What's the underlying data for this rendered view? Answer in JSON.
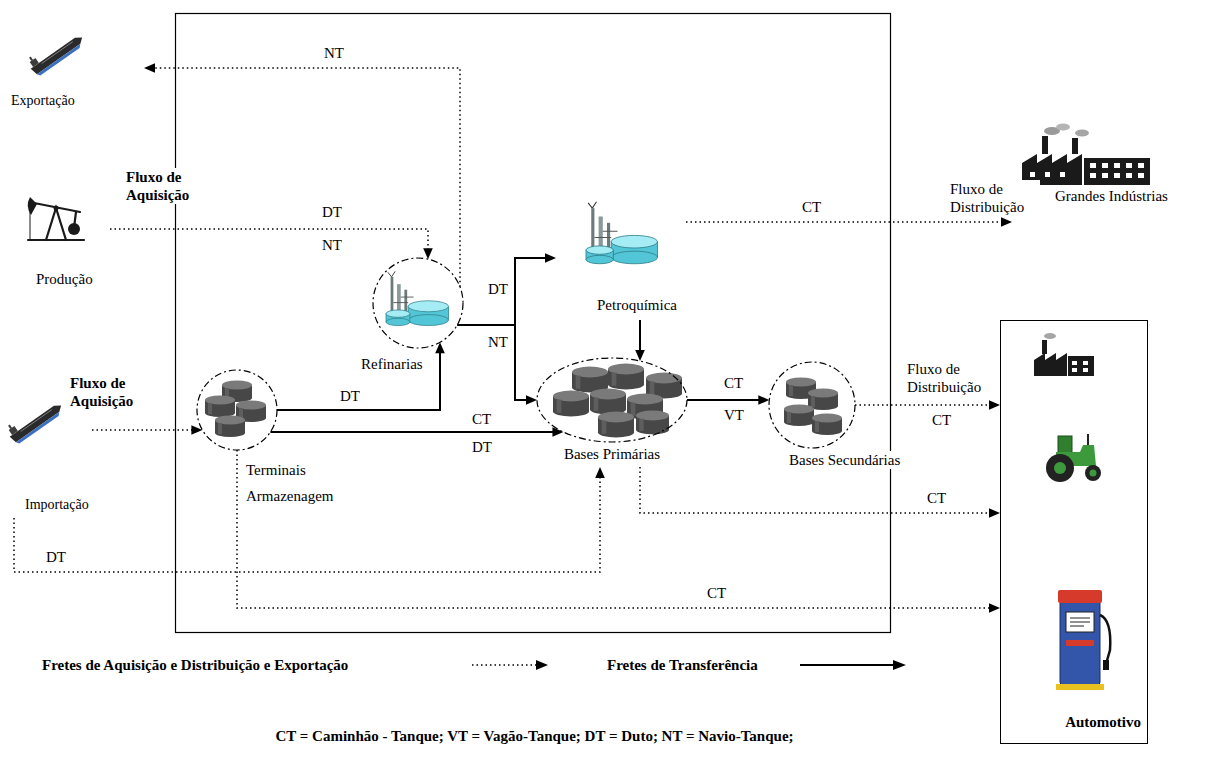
{
  "diagram": {
    "nodes": [
      {
        "text": [
          "Exportação"
        ]
      },
      {
        "text": [
          "Produção"
        ]
      },
      {
        "text": [
          "Petroquímica"
        ]
      },
      {
        "text": [
          "Grandes Indústrias"
        ]
      },
      {
        "text": [
          "Refinarias"
        ]
      },
      {
        "text": [
          "Importação"
        ]
      },
      {
        "text": [
          "Terminais Armazenagem"
        ]
      },
      {
        "text": [
          "Bases Primárias"
        ]
      },
      {
        "text": [
          "Bases Secundárias"
        ]
      },
      {
        "text": [
          "Automotivo"
        ]
      }
    ],
    "edges": [
      {
        "from": 4,
        "to": 0,
        "label": "NT",
        "arrow": "to"
      },
      {
        "from": 1,
        "to": 4,
        "label": "DT",
        "arrow": "to"
      },
      {
        "from": 5,
        "to": 6,
        "arrow": "to"
      },
      {
        "from": 6,
        "to": 4,
        "label": "DT",
        "arrow": "to"
      },
      {
        "from": 6,
        "to": 7,
        "label": "CT",
        "arrow": "to"
      },
      {
        "from": 4,
        "to": 2,
        "label": "DT",
        "arrow": "to"
      },
      {
        "from": 4,
        "to": 7,
        "label": "NT",
        "arrow": "to"
      },
      {
        "from": 2,
        "to": 7,
        "arrow": "to"
      },
      {
        "from": 7,
        "to": 8,
        "label": "CT",
        "arrow": "to"
      },
      {
        "from": 5,
        "to": 7,
        "label": "DT",
        "arrow": "to"
      },
      {
        "from": 2,
        "to": 3,
        "label": "CT",
        "arrow": "to"
      },
      {
        "from": 8,
        "to": 9,
        "label": "CT",
        "arrow": "to"
      },
      {
        "from": 7,
        "to": 9,
        "label": "CT",
        "arrow": "to"
      },
      {
        "from": 6,
        "to": 9,
        "label": "CT",
        "arrow": "to"
      }
    ],
    "labels": [
      "NT",
      "Fluxo de Aquisição",
      "Fluxo de Aquisição",
      "DT",
      "VT",
      "Fluxo de Distribuição",
      "Fluxo de Distribuição",
      "CT = Caminhão - Tanque; VT = Vagão-Tanque; DT = Duto; NT = Navio-Tanque;"
    ],
    "legend": [
      {
        "text": "Fretes de Aquisição e Distribuição e Exportação"
      },
      {
        "text": "Fretes de Transferência"
      }
    ]
  }
}
